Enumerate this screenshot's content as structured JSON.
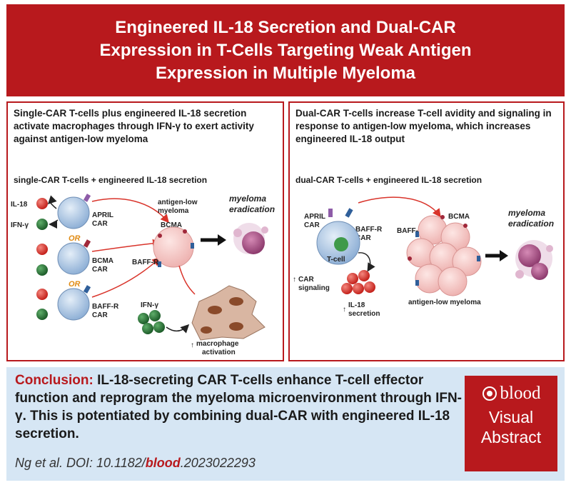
{
  "title": "Engineered IL-18 Secretion and Dual-CAR Expression in T-Cells Targeting Weak Antigen Expression in Multiple Myeloma",
  "left_panel": {
    "heading": "Single-CAR T-cells plus engineered IL-18 secretion activate macrophages through IFN-γ to exert activity against antigen-low myeloma",
    "subheading": "single-CAR T-cells + engineered IL-18 secretion",
    "labels": {
      "il18": "IL-18",
      "ifng_top": "IFN-γ",
      "april_car_1": "APRIL",
      "april_car_2": "CAR",
      "or_1": "OR",
      "bcma_car_1": "BCMA",
      "bcma_car_2": "CAR",
      "or_2": "OR",
      "baffr_car_1": "BAFF-R",
      "baffr_car_2": "CAR",
      "antigen_low_1": "antigen-low",
      "antigen_low_2": "myeloma",
      "bcma": "BCMA",
      "baffr": "BAFF-R",
      "ifng_bottom": "IFN-γ",
      "macrophage_1": "macrophage",
      "macrophage_2": "activation",
      "outcome_1": "myeloma",
      "outcome_2": "eradication"
    }
  },
  "right_panel": {
    "heading": "Dual-CAR T-cells increase T-cell avidity and signaling in response to antigen-low myeloma, which increases engineered IL-18 output",
    "subheading": "dual-CAR T-cells + engineered IL-18 secretion",
    "labels": {
      "april_car_1": "APRIL",
      "april_car_2": "CAR",
      "baffr_car_1": "BAFF-R",
      "baffr_car_2": "CAR",
      "tcell": "T-cell",
      "car_signaling_1": "CAR",
      "car_signaling_2": "signaling",
      "il18_secretion_1": "IL-18",
      "il18_secretion_2": "secretion",
      "bcma": "BCMA",
      "baffr": "BAFF-R",
      "antigen_low": "antigen-low myeloma",
      "outcome_1": "myeloma",
      "outcome_2": "eradication"
    }
  },
  "conclusion": {
    "label": "Conclusion:",
    "text": "IL-18-secreting CAR T-cells enhance T-cell effector function and reprogram the myeloma microenvironment through IFN-γ. This is potentiated by combining dual-CAR with engineered IL-18 secretion."
  },
  "citation": {
    "prefix": "Ng et al. DOI: 10.1182/",
    "journal": "blood",
    "suffix": ".2023022293"
  },
  "badge": {
    "logo": "blood",
    "line1": "Visual",
    "line2": "Abstract"
  },
  "colors": {
    "brand_red": "#b8191d",
    "conclusion_bg": "#d6e6f4",
    "il18_red": "#d9342b",
    "ifng_green": "#2f7a3a",
    "tcell_blue": "#a9c4e2",
    "myeloma_pink": "#f4c6c4",
    "or_orange": "#e08b14"
  }
}
